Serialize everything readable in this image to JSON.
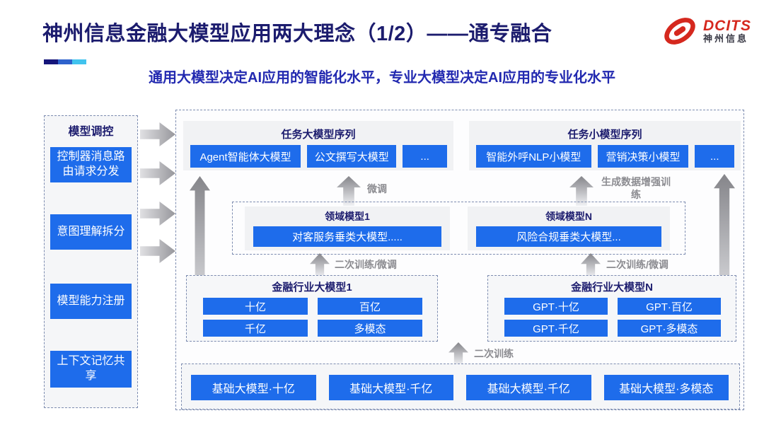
{
  "header": {
    "title": "神州信息金融大模型应用两大理念（1/2）——通专融合",
    "subtitle": "通用大模型决定AI应用的智能化水平，专业大模型决定AI应用的专业化水平",
    "logo": {
      "brand": "DCITS",
      "brand_cn": "神州信息",
      "icon": "dcits-swoosh-icon"
    }
  },
  "sidebar": {
    "title": "模型调控",
    "items": [
      {
        "label": "控制器消息路由请求分发"
      },
      {
        "label": "意图理解拆分"
      },
      {
        "label": "模型能力注册"
      },
      {
        "label": "上下文记忆共享"
      }
    ]
  },
  "diagram": {
    "task_large": {
      "title": "任务大模型序列",
      "items": [
        "Agent智能体大模型",
        "公文撰写大模型",
        "..."
      ]
    },
    "task_small": {
      "title": "任务小模型序列",
      "items": [
        "智能外呼NLP小模型",
        "营销决策小模型",
        "..."
      ]
    },
    "domain": {
      "left": {
        "title": "领域模型1",
        "item": "对客服务垂类大模型....."
      },
      "right": {
        "title": "领域模型N",
        "item": "风险合规垂类大模型..."
      }
    },
    "industry_left": {
      "title": "金融行业大模型1",
      "items": [
        "十亿",
        "百亿",
        "千亿",
        "多模态"
      ]
    },
    "industry_right": {
      "title": "金融行业大模型N",
      "items": [
        "GPT·十亿",
        "GPT·百亿",
        "GPT·千亿",
        "GPT·多模态"
      ]
    },
    "base": {
      "items": [
        "基础大模型·十亿",
        "基础大模型·千亿",
        "基础大模型·千亿",
        "基础大模型·多模态"
      ]
    },
    "arrow_labels": {
      "finetune": "微调",
      "gen_data_train": "生成数据增强训练",
      "secondary_left": "二次训练/微调",
      "secondary_right": "二次训练/微调",
      "secondary_train": "二次训练"
    }
  },
  "colors": {
    "accent_blue": "#1e6ceb",
    "navy_text": "#1c1c6e",
    "subtitle_blue": "#2229b0",
    "logo_red": "#d5281e",
    "arrow_gray": "#97979c",
    "label_gray": "#8b8b90",
    "panel_gray": "#f1f2f4",
    "dash_border": "#7d8cb0"
  }
}
